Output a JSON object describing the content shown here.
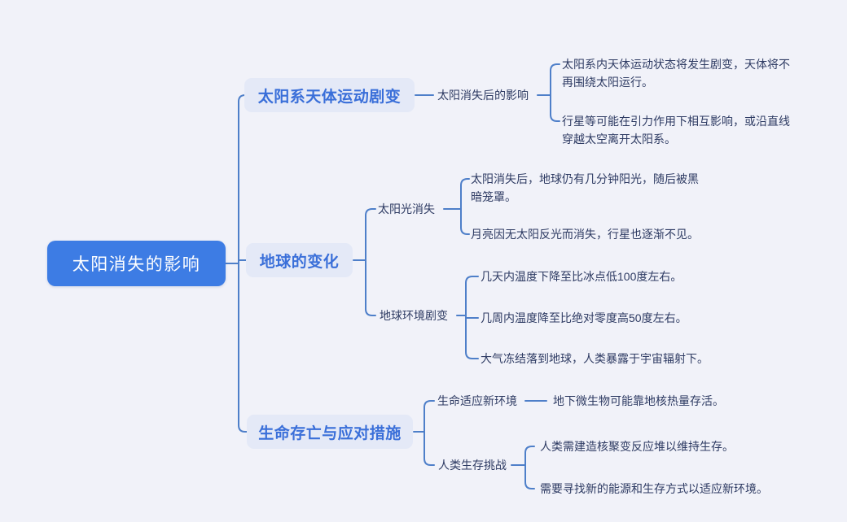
{
  "colors": {
    "bg": "#F1F2F9",
    "root_fill": "#3D7CE4",
    "root_text": "#FFFFFF",
    "branch_fill": "#E4E9F7",
    "branch_text": "#3A6FD9",
    "text_dark": "#2E3B63",
    "line": "#4E7FC9"
  },
  "root": {
    "label": "太阳消失的影响"
  },
  "branches": [
    {
      "label": "太阳系天体运动剧变",
      "children": [
        {
          "label": "太阳消失后的影响",
          "leaves": [
            "太阳系内天体运动状态将发生剧变，天体将不\n再围绕太阳运行。",
            "行星等可能在引力作用下相互影响，或沿直线\n穿越太空离开太阳系。"
          ]
        }
      ]
    },
    {
      "label": "地球的变化",
      "children": [
        {
          "label": "太阳光消失",
          "leaves": [
            "太阳消失后，地球仍有几分钟阳光，随后被黑\n暗笼罩。",
            "月亮因无太阳反光而消失，行星也逐渐不见。"
          ]
        },
        {
          "label": "地球环境剧变",
          "leaves": [
            "几天内温度下降至比冰点低100度左右。",
            "几周内温度降至比绝对零度高50度左右。",
            "大气冻结落到地球，人类暴露于宇宙辐射下。"
          ]
        }
      ]
    },
    {
      "label": "生命存亡与应对措施",
      "children": [
        {
          "label": "生命适应新环境",
          "leaves": [
            "地下微生物可能靠地核热量存活。"
          ]
        },
        {
          "label": "人类生存挑战",
          "leaves": [
            "人类需建造核聚变反应堆以维持生存。",
            "需要寻找新的能源和生存方式以适应新环境。"
          ]
        }
      ]
    }
  ]
}
